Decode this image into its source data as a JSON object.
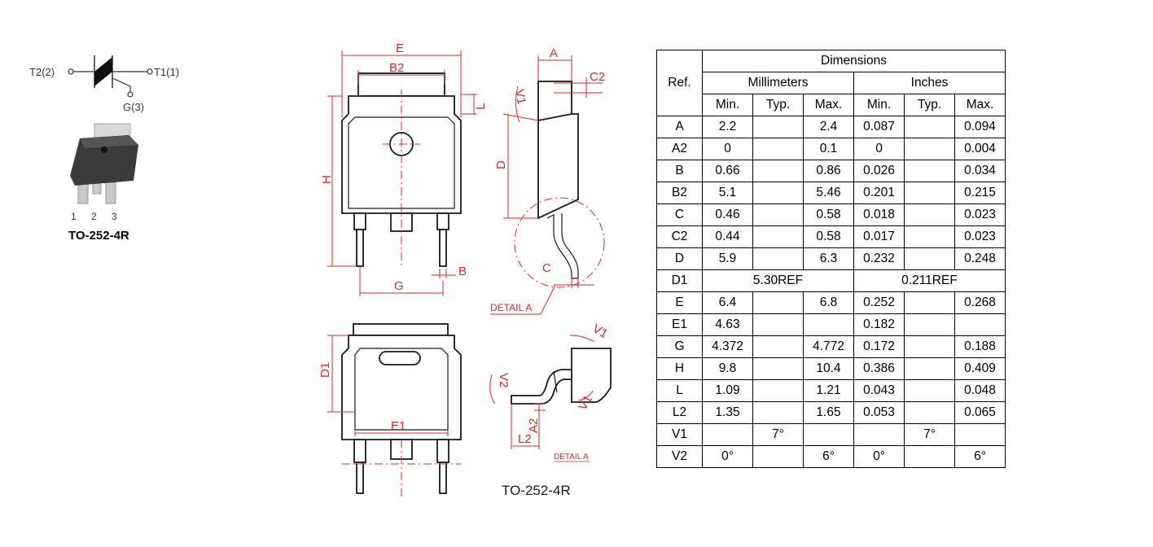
{
  "symbol": {
    "t2": "T2(2)",
    "t1": "T1(1)",
    "g": "G(3)"
  },
  "package_photo": {
    "pins": [
      "1",
      "2",
      "3"
    ],
    "name": "TO-252-4R"
  },
  "drawing": {
    "top_view": {
      "E": "E",
      "B2": "B2",
      "L": "L",
      "H": "H",
      "B": "B",
      "G": "G"
    },
    "side_view": {
      "A": "A",
      "C2": "C2",
      "V1": "V1",
      "D": "D",
      "C": "C",
      "detail_label": "DETAIL A"
    },
    "bottom_view": {
      "D1": "D1",
      "E1": "E1"
    },
    "detail_view": {
      "V1": "V1",
      "V2": "V2",
      "A2": "A2",
      "L2": "L2",
      "label": "DETAIL A"
    },
    "package_name": "TO-252-4R"
  },
  "table": {
    "ref_header": "Ref.",
    "dimensions_header": "Dimensions",
    "mm_header": "Millimeters",
    "inch_header": "Inches",
    "sub_headers": [
      "Min.",
      "Typ.",
      "Max.",
      "Min.",
      "Typ.",
      "Max."
    ],
    "rows": [
      {
        "ref": "A",
        "vals": [
          "2.2",
          "",
          "2.4",
          "0.087",
          "",
          "0.094"
        ]
      },
      {
        "ref": "A2",
        "vals": [
          "0",
          "",
          "0.1",
          "0",
          "",
          "0.004"
        ]
      },
      {
        "ref": "B",
        "vals": [
          "0.66",
          "",
          "0.86",
          "0.026",
          "",
          "0.034"
        ]
      },
      {
        "ref": "B2",
        "vals": [
          "5.1",
          "",
          "5.46",
          "0.201",
          "",
          "0.215"
        ]
      },
      {
        "ref": "C",
        "vals": [
          "0.46",
          "",
          "0.58",
          "0.018",
          "",
          "0.023"
        ]
      },
      {
        "ref": "C2",
        "vals": [
          "0.44",
          "",
          "0.58",
          "0.017",
          "",
          "0.023"
        ]
      },
      {
        "ref": "D",
        "vals": [
          "5.9",
          "",
          "6.3",
          "0.232",
          "",
          "0.248"
        ]
      },
      {
        "ref": "D1",
        "mm_span": "5.30REF",
        "inch_span": "0.211REF"
      },
      {
        "ref": "E",
        "vals": [
          "6.4",
          "",
          "6.8",
          "0.252",
          "",
          "0.268"
        ]
      },
      {
        "ref": "E1",
        "vals": [
          "4.63",
          "",
          "",
          "0.182",
          "",
          ""
        ]
      },
      {
        "ref": "G",
        "vals": [
          "4.372",
          "",
          "4.772",
          "0.172",
          "",
          "0.188"
        ]
      },
      {
        "ref": "H",
        "vals": [
          "9.8",
          "",
          "10.4",
          "0.386",
          "",
          "0.409"
        ]
      },
      {
        "ref": "L",
        "vals": [
          "1.09",
          "",
          "1.21",
          "0.043",
          "",
          "0.048"
        ]
      },
      {
        "ref": "L2",
        "vals": [
          "1.35",
          "",
          "1.65",
          "0.053",
          "",
          "0.065"
        ]
      },
      {
        "ref": "V1",
        "vals": [
          "",
          "7°",
          "",
          "",
          "7°",
          ""
        ]
      },
      {
        "ref": "V2",
        "vals": [
          "0°",
          "",
          "6°",
          "0°",
          "",
          "6°"
        ]
      }
    ]
  }
}
